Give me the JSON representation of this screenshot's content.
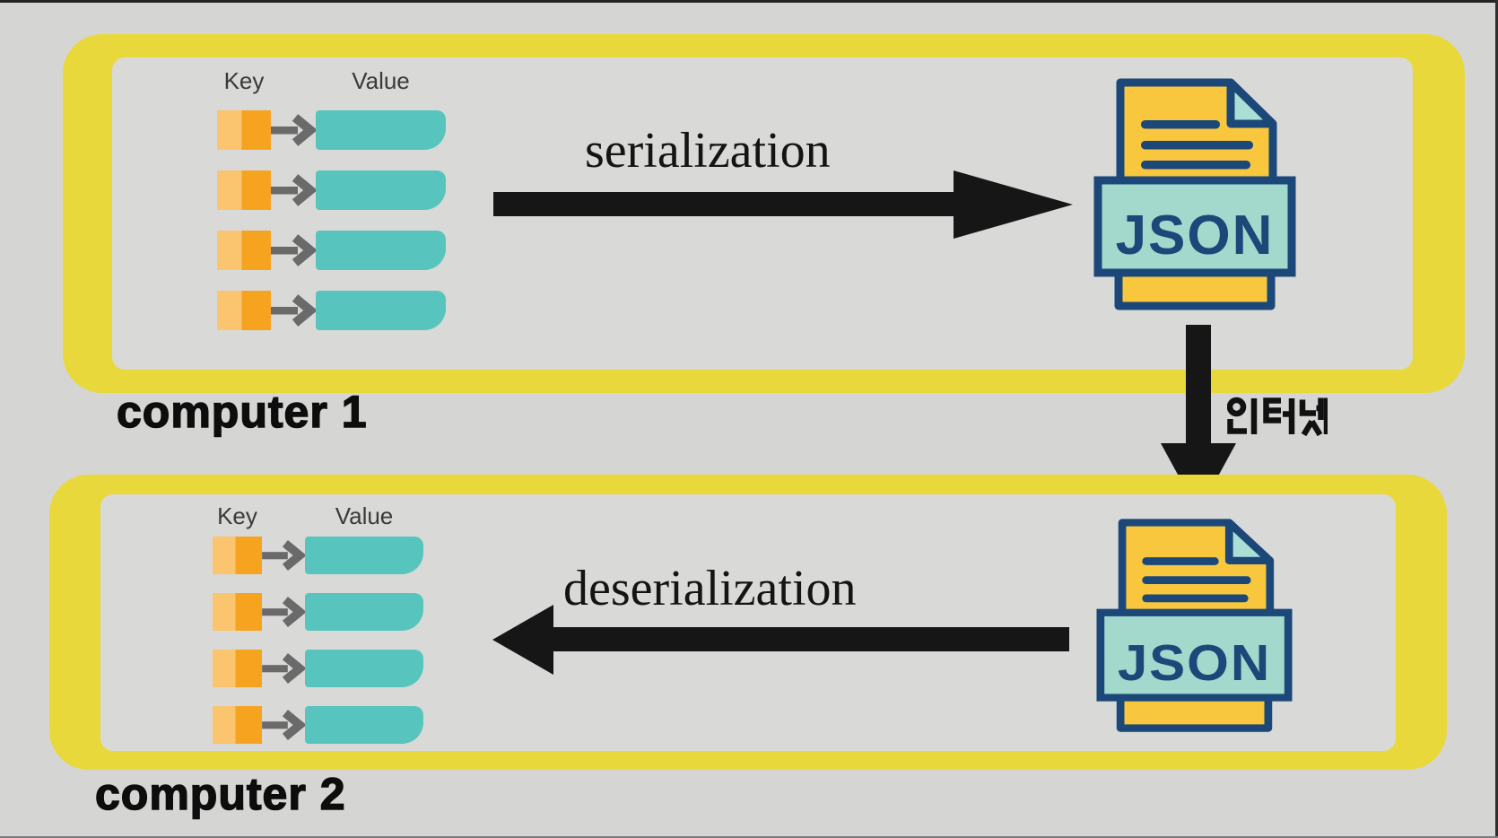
{
  "diagram": {
    "computer1": {
      "label": "computer 1",
      "key_header": "Key",
      "value_header": "Value",
      "row_count": 4
    },
    "computer2": {
      "label": "computer 2",
      "key_header": "Key",
      "value_header": "Value",
      "row_count": 4
    },
    "serialization_label": "serialization",
    "deserialization_label": "deserialization",
    "internet_label": "인터넷",
    "json_icon_label": "JSON",
    "colors": {
      "background": "#d5d5d3",
      "box_inner": "#d9d9d7",
      "box_border": "#e9d83c",
      "key_light": "#fbc46f",
      "key_dark": "#f6a420",
      "value_teal": "#57c5bd",
      "arrow_gray": "#6a6a6a",
      "black": "#161616",
      "icon_navy": "#1c4879",
      "icon_yellow": "#f8c73e",
      "icon_banner": "#a3d9cc",
      "icon_fold": "#abdfd6"
    }
  }
}
